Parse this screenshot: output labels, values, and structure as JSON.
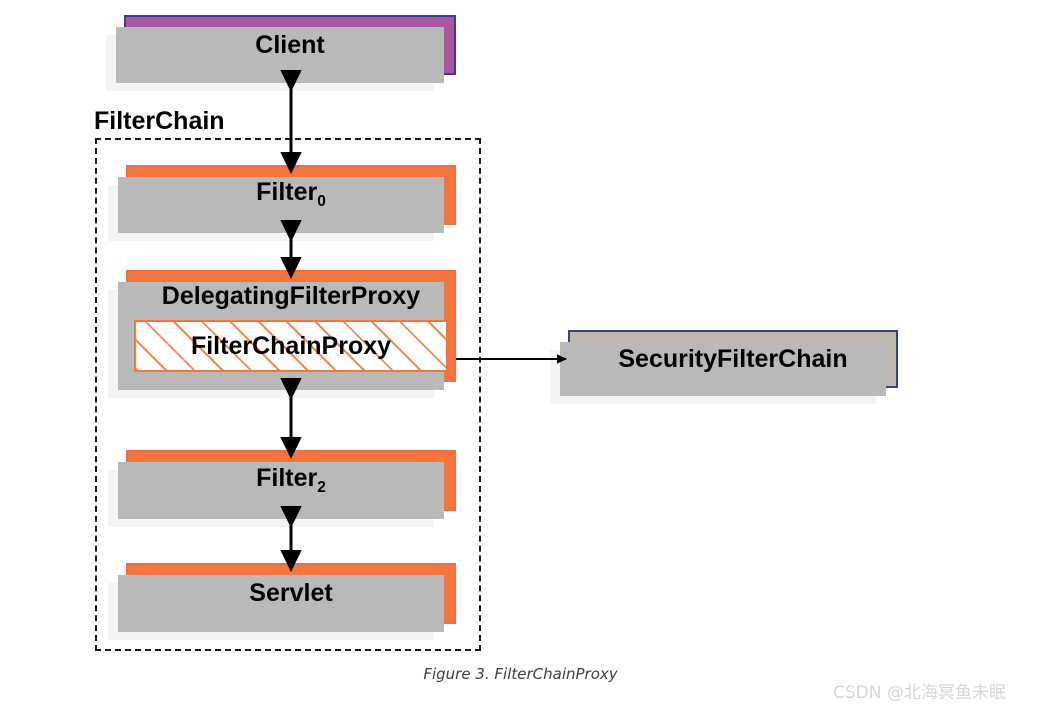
{
  "figure": {
    "caption": "Figure 3. FilterChainProxy",
    "watermark": "CSDN @北海冥鱼未眠"
  },
  "container": {
    "label": "FilterChain"
  },
  "nodes": {
    "client": {
      "label": "Client",
      "fill": "#a857a0",
      "border": "#3b3f8f"
    },
    "filter0": {
      "label": "Filter",
      "subscript": "0",
      "fill": "#f4763c",
      "border": "#e8714a"
    },
    "delegating_filter_proxy": {
      "label": "DelegatingFilterProxy",
      "fill": "#f4763c",
      "border": "#e8714a"
    },
    "filter_chain_proxy": {
      "label": "FilterChainProxy",
      "fill": "#ffffff",
      "border": "#f4763c",
      "hatch": "#f08a50"
    },
    "filter2": {
      "label": "Filter",
      "subscript": "2",
      "fill": "#f4763c",
      "border": "#e8714a"
    },
    "servlet": {
      "label": "Servlet",
      "fill": "#f4763c",
      "border": "#e8714a"
    },
    "security_filter_chain": {
      "label": "SecurityFilterChain",
      "fill": "#bfb9ac",
      "border": "#3b3f8f"
    }
  },
  "edges": [
    {
      "name": "client-to-filter0",
      "type": "bidirectional",
      "from": "client",
      "to": "filter0"
    },
    {
      "name": "filter0-to-delegating-filter-proxy",
      "type": "bidirectional",
      "from": "filter0",
      "to": "delegating_filter_proxy"
    },
    {
      "name": "delegating-filter-proxy-to-filter2",
      "type": "bidirectional",
      "from": "delegating_filter_proxy",
      "to": "filter2"
    },
    {
      "name": "filter2-to-servlet",
      "type": "bidirectional",
      "from": "filter2",
      "to": "servlet"
    },
    {
      "name": "filter-chain-proxy-to-security-filter-chain",
      "type": "unidirectional",
      "from": "filter_chain_proxy",
      "to": "security_filter_chain"
    }
  ]
}
